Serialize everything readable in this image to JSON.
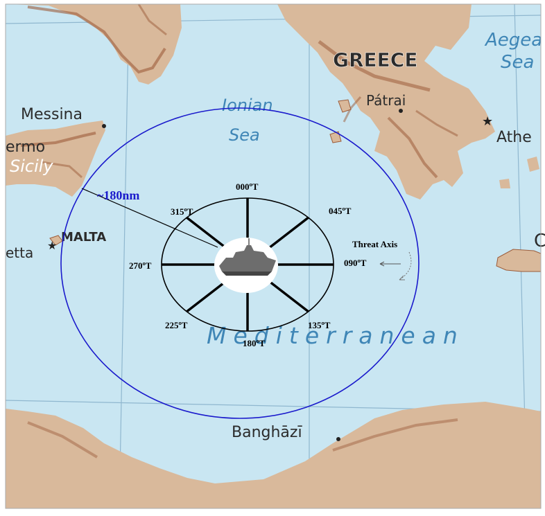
{
  "colors": {
    "sea": "#c9e6f2",
    "land": "#d9b99b",
    "land_dark": "#9c5c3a",
    "range_ring": "#1a1acc",
    "bearing_lines": "#000000",
    "sea_text": "#3f86b6",
    "grid": "#8fb7cf"
  },
  "map_labels": {
    "greece": "GREECE",
    "aegean_sea_1": "Aegea",
    "aegean_sea_2": "Sea",
    "ionian_1": "Ionian",
    "ionian_2": "Sea",
    "patrai": "Pátrai",
    "athens": "Athe",
    "messina": "Messina",
    "palermo": "ermo",
    "sicily": "Sicily",
    "malta": "MALTA",
    "valletta": "etta",
    "mediterranean": "Mediterranean",
    "banghazi": "Banghāzī",
    "crete_hint": "C"
  },
  "overlay": {
    "range_label": "~180nm",
    "threat_axis_label": "Threat Axis",
    "bearings": [
      {
        "label": "000ºT"
      },
      {
        "label": "045ºT"
      },
      {
        "label": "090ºT"
      },
      {
        "label": "135ºT"
      },
      {
        "label": "180ºT"
      },
      {
        "label": "225ºT"
      },
      {
        "label": "270ºT"
      },
      {
        "label": "315ºT"
      }
    ],
    "ship_icon": "warship-icon"
  }
}
